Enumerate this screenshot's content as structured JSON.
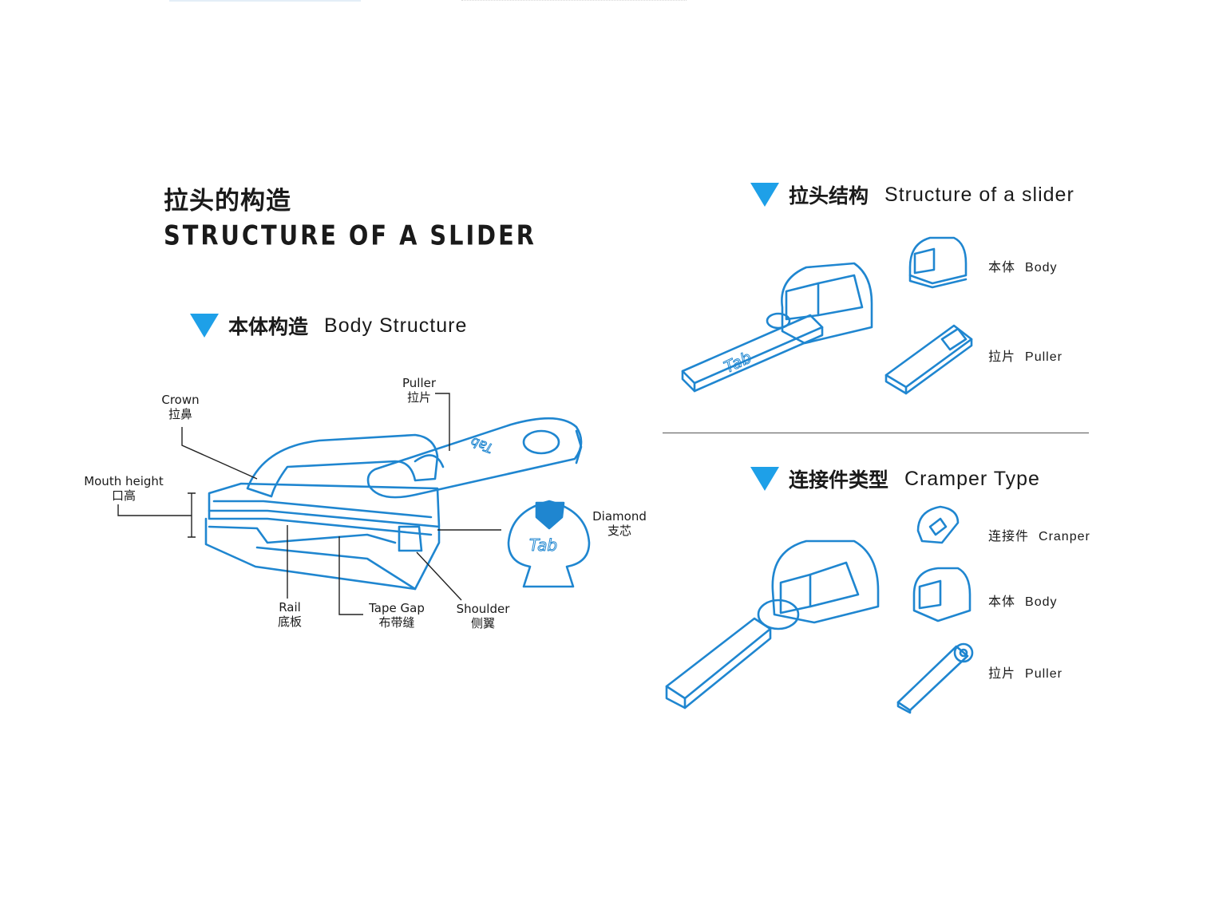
{
  "colors": {
    "accent": "#1ea0e8",
    "line": "#1f86d0",
    "text": "#1a1a1a"
  },
  "main_title": {
    "cn": "拉头的构造",
    "en": "STRUCTURE OF A SLIDER"
  },
  "body_structure": {
    "heading_cn": "本体构造",
    "heading_en": "Body Structure",
    "labels": {
      "crown": {
        "en": "Crown",
        "cn": "拉鼻"
      },
      "puller": {
        "en": "Puller",
        "cn": "拉片"
      },
      "mouth_height": {
        "en": "Mouth height",
        "cn": "口高"
      },
      "diamond": {
        "en": "Diamond",
        "cn": "支芯"
      },
      "rail": {
        "en": "Rail",
        "cn": "底板"
      },
      "tape_gap": {
        "en": "Tape Gap",
        "cn": "布带缝"
      },
      "shoulder": {
        "en": "Shoulder",
        "cn": "侧翼"
      }
    },
    "logo_text": "Tab"
  },
  "slider_structure": {
    "heading_cn": "拉头结构",
    "heading_en": "Structure of a slider",
    "parts": [
      {
        "cn": "本体",
        "en": "Body"
      },
      {
        "cn": "拉片",
        "en": "Puller"
      }
    ]
  },
  "cramper_type": {
    "heading_cn": "连接件类型",
    "heading_en": "Cramper Type",
    "parts": [
      {
        "cn": "连接件",
        "en": "Cranper"
      },
      {
        "cn": "本体",
        "en": "Body"
      },
      {
        "cn": "拉片",
        "en": "Puller"
      }
    ]
  }
}
